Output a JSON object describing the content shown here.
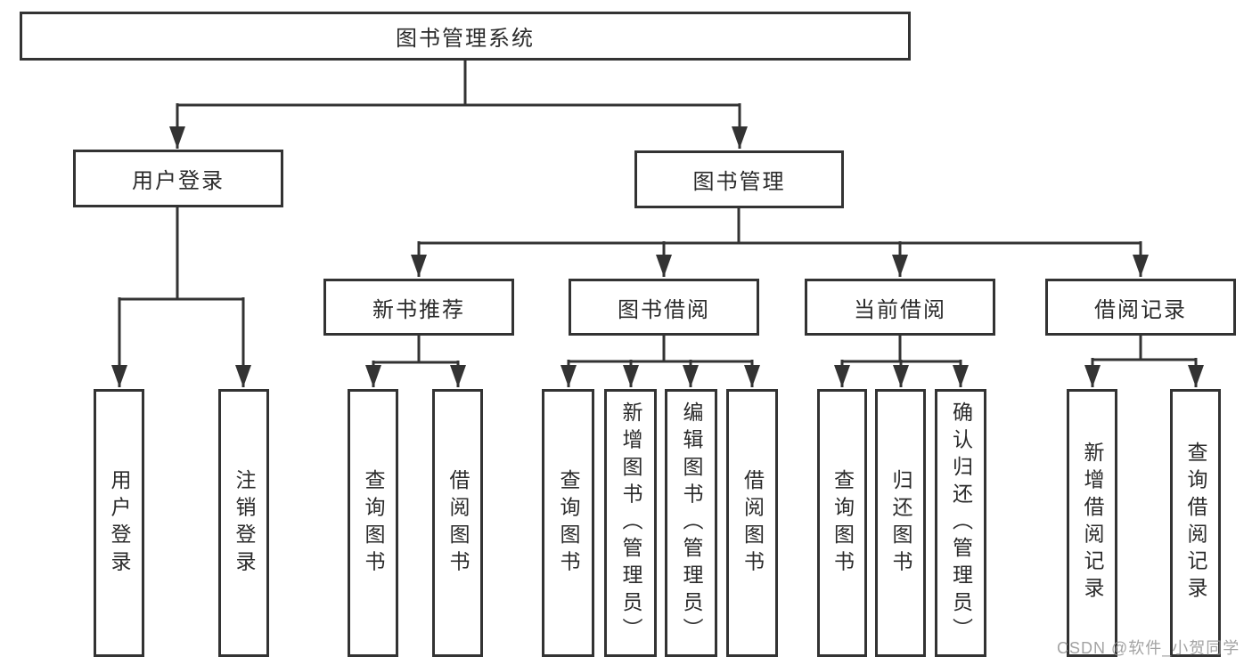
{
  "tree": {
    "root": "图书管理系统",
    "level2": [
      "用户登录",
      "图书管理"
    ],
    "level3": [
      "新书推荐",
      "图书借阅",
      "当前借阅",
      "借阅记录"
    ],
    "leaves_user_login": [
      "用户登录",
      "注销登录"
    ],
    "leaves_new_book": [
      "查询图书",
      "借阅图书"
    ],
    "leaves_book_borrow": [
      "查询图书",
      "新增图书（管理员）",
      "编辑图书（管理员）",
      "借阅图书"
    ],
    "leaves_current_borrow": [
      "查询图书",
      "归还图书",
      "确认归还（管理员）"
    ],
    "leaves_borrow_record": [
      "新增借阅记录",
      "查询借阅记录"
    ]
  },
  "watermark": "CSDN @软件_小贺同学",
  "colors": {
    "line": "#333333",
    "text": "#2b2b2b",
    "background": "#ffffff",
    "watermark": "#969696"
  }
}
